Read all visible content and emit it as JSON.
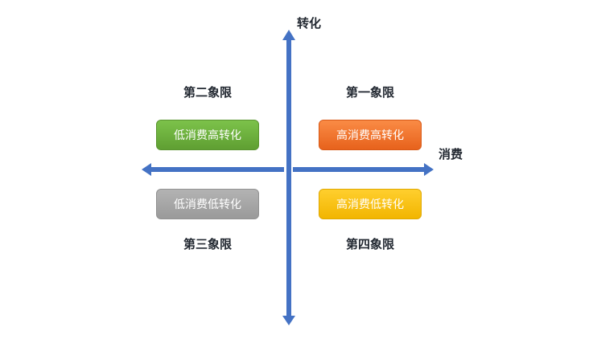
{
  "colors": {
    "axis": "#4472c4",
    "label_text": "#222831",
    "q1_box": "#ee6f25",
    "q2_box": "#6aad3d",
    "q3_box": "#a6a6a6",
    "q4_box": "#fbc112"
  },
  "axes": {
    "y_label": "转化",
    "x_label": "消费"
  },
  "quadrants": {
    "q1": {
      "title": "第一象限",
      "box": "高消费高转化"
    },
    "q2": {
      "title": "第二象限",
      "box": "低消费高转化"
    },
    "q3": {
      "title": "第三象限",
      "box": "低消费低转化"
    },
    "q4": {
      "title": "第四象限",
      "box": "高消费低转化"
    }
  }
}
